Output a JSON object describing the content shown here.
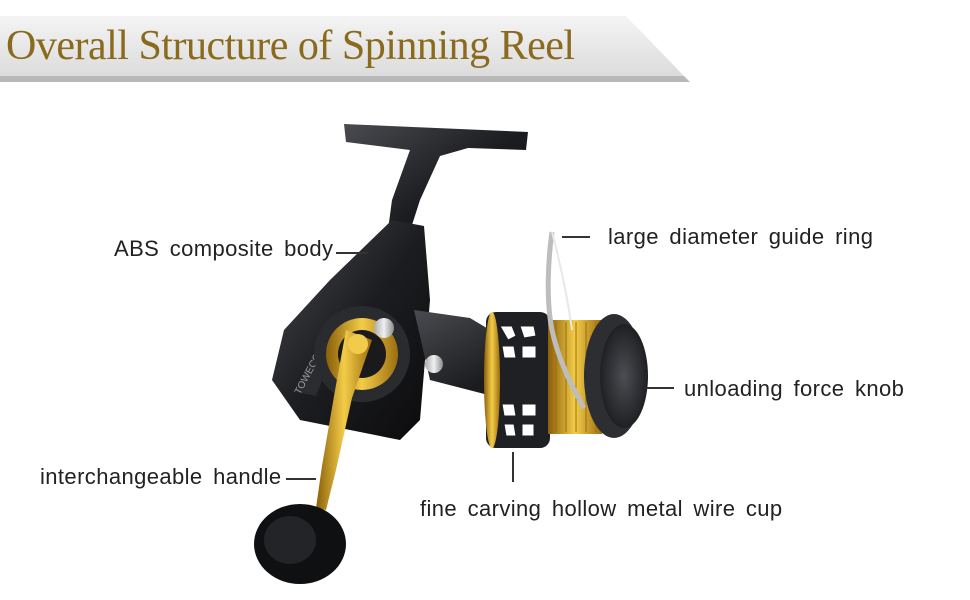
{
  "banner": {
    "title": "Overall Structure of Spinning Reel"
  },
  "callouts": {
    "body": "ABS composite body",
    "guide_ring": "large diameter guide ring",
    "knob": "unloading force knob",
    "handle": "interchangeable handle",
    "cup": "fine carving hollow metal wire cup"
  },
  "product": {
    "brand_mark": "TOWECOTA",
    "name": "spinning-reel"
  },
  "colors": {
    "title_gold": "#8a6a1c",
    "gold": "#d7a21a",
    "body_black": "#1c1d20"
  }
}
